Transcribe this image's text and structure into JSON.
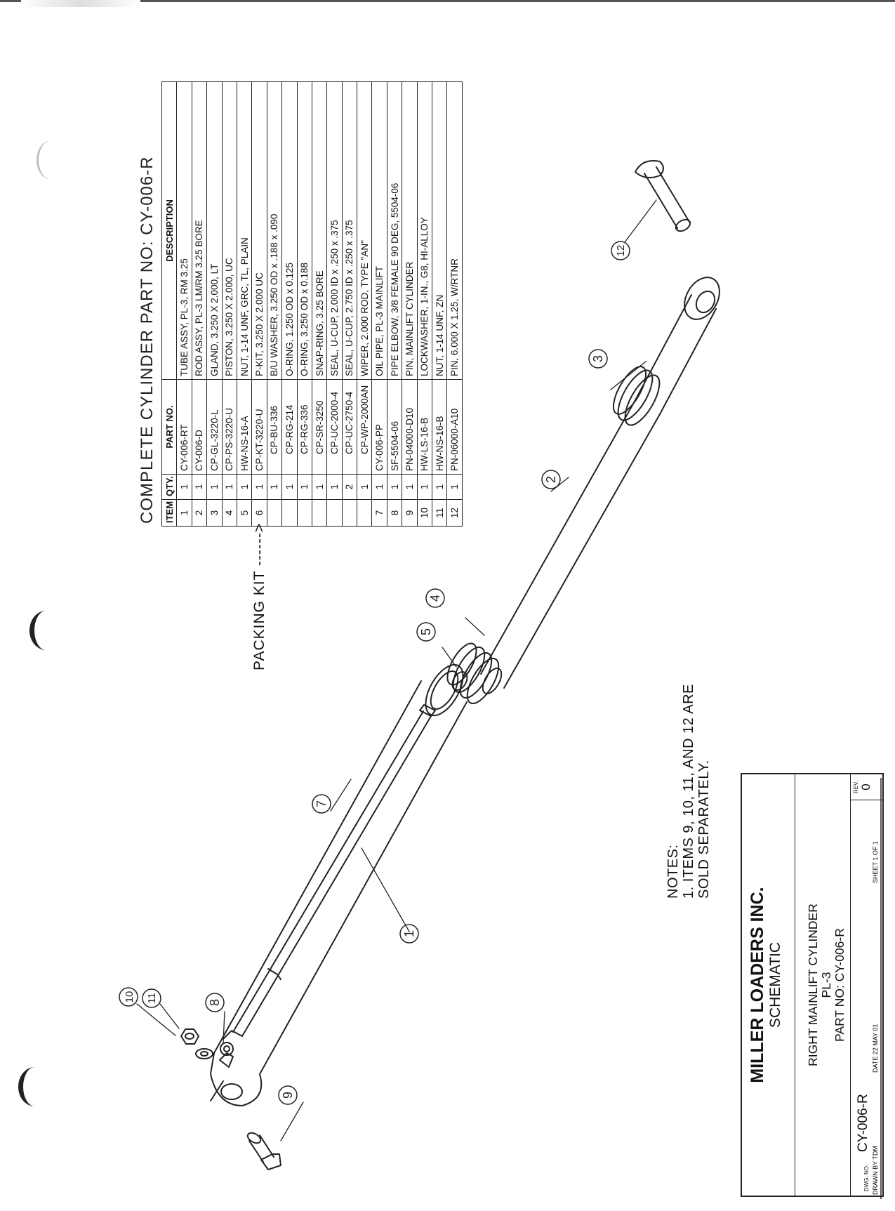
{
  "bom": {
    "caption": "COMPLETE CYLINDER PART NO: CY-006-R",
    "headers": [
      "ITEM",
      "QTY.",
      "PART NO.",
      "DESCRIPTION"
    ],
    "rows": [
      {
        "item": "1",
        "qty": "1",
        "part": "CY-006-RT",
        "desc": "TUBE ASSY, PL-3, RM 3.25"
      },
      {
        "item": "2",
        "qty": "1",
        "part": "CY-006-D",
        "desc": "ROD ASSY, PL-3 LM/RM 3.25 BORE"
      },
      {
        "item": "3",
        "qty": "1",
        "part": "CP-GL-3220-L",
        "desc": "GLAND, 3.250 X 2.000, LT"
      },
      {
        "item": "4",
        "qty": "1",
        "part": "CP-PS-3220-U",
        "desc": "PISTON, 3.250 X 2.000, UC"
      },
      {
        "item": "5",
        "qty": "1",
        "part": "HW-NS-16-A",
        "desc": "NUT, 1-14 UNF, GRC, TL, PLAIN"
      },
      {
        "item": "6",
        "qty": "1",
        "part": "CP-KT-3220-U",
        "desc": "P-KIT, 3.250 X 2.000 UC"
      },
      {
        "item": "",
        "qty": "1",
        "part": "CP-BU-336",
        "desc": "B/U WASHER, 3.250 OD x .188 x .090"
      },
      {
        "item": "",
        "qty": "1",
        "part": "CP-RG-214",
        "desc": "O-RING, 1.250 OD x 0.125"
      },
      {
        "item": "",
        "qty": "1",
        "part": "CP-RG-336",
        "desc": "O-RING, 3.250 OD x 0.188"
      },
      {
        "item": "",
        "qty": "1",
        "part": "CP-SR-3250",
        "desc": "SNAP-RING, 3.25 BORE"
      },
      {
        "item": "",
        "qty": "1",
        "part": "CP-UC-2000-4",
        "desc": "SEAL, U-CUP, 2.000 ID x .250 x .375"
      },
      {
        "item": "",
        "qty": "2",
        "part": "CP-UC-2750-4",
        "desc": "SEAL, U-CUP, 2.750 ID x .250 x .375"
      },
      {
        "item": "",
        "qty": "1",
        "part": "CP-WP-2000AN",
        "desc": "WIPER, 2.000 ROD, TYPE \"AN\""
      },
      {
        "item": "7",
        "qty": "1",
        "part": "CY-006-PP",
        "desc": "OIL PIPE, PL-3 MAINLIFT"
      },
      {
        "item": "8",
        "qty": "1",
        "part": "SF-5504-06",
        "desc": "PIPE ELBOW, 3/8 FEMALE 90 DEG, 5504-06"
      },
      {
        "item": "9",
        "qty": "1",
        "part": "PN-04000-D10",
        "desc": "PIN, MAINLIFT CYLINDER"
      },
      {
        "item": "10",
        "qty": "1",
        "part": "HW-LS-16-B",
        "desc": "LOCKWASHER, 1-IN., G8, HI-ALLOY"
      },
      {
        "item": "11",
        "qty": "1",
        "part": "HW-NS-16-B",
        "desc": "NUT, 1-14 UNF, ZN"
      },
      {
        "item": "12",
        "qty": "1",
        "part": "PN-06000-A10",
        "desc": "PIN, 6.000 X 1.25, W/RTNR"
      }
    ]
  },
  "packing_kit_label": "PACKING KIT ------>",
  "notes": {
    "heading": "NOTES:",
    "line1": "1. ITEMS 9, 10, 11, AND 12 ARE SOLD SEPARATELY."
  },
  "title_block": {
    "company": "MILLER LOADERS INC.",
    "doc_type": "SCHEMATIC",
    "title1": "RIGHT MAINLIFT CYLINDER",
    "title2": "PL-3",
    "title3": "PART NO: CY-006-R",
    "dwg_no_label": "DWG. NO.",
    "dwg_no": "CY-006-R",
    "rev_label": "REV.",
    "rev": "0",
    "drawn_by": "DRAWN BY  TDM",
    "date": "DATE  22 MAY 01",
    "sheet": "SHEET 1  OF 1"
  },
  "balloons": [
    "1",
    "2",
    "3",
    "4",
    "5",
    "7",
    "8",
    "9",
    "10",
    "11",
    "12"
  ]
}
